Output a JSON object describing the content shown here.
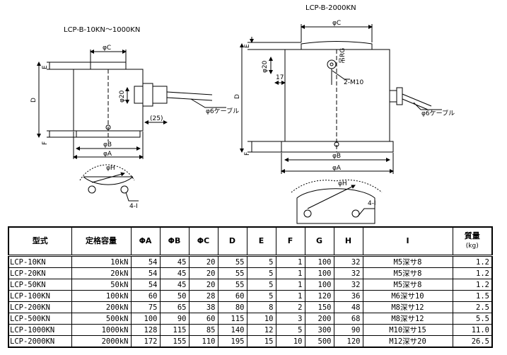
{
  "drawing_left": {
    "title": "LCP-B-10KN～1000KN",
    "labels": {
      "phiC": "φC",
      "E": "E",
      "D": "D",
      "F": "F",
      "phi20": "φ20",
      "dim25": "(25)",
      "cable": "φ6ケーブル",
      "phiB": "φB",
      "phiA": "φA",
      "phiH": "φH",
      "holes": "4-I"
    }
  },
  "drawing_right": {
    "title": "LCP-B-2000KN",
    "labels": {
      "phiC": "φC",
      "E": "E",
      "phi20": "φ20",
      "ring": "吊RG",
      "dim17": "17",
      "m10": "2-M10",
      "D": "D",
      "cable": "φ6ケーブル",
      "F": "F",
      "phiB": "φB",
      "phiA": "φA",
      "phiH": "φH",
      "holes": "4-I"
    }
  },
  "table": {
    "headers": [
      "型式",
      "定格容量",
      "ΦA",
      "ΦB",
      "ΦC",
      "D",
      "E",
      "F",
      "G",
      "H",
      "I",
      "質量"
    ],
    "mass_unit": "(kg)",
    "rows": [
      [
        "LCP-10KN",
        "10kN",
        "54",
        "45",
        "20",
        "55",
        "5",
        "1",
        "100",
        "32",
        "M5深サ8",
        "1.2"
      ],
      [
        "LCP-20KN",
        "20kN",
        "54",
        "45",
        "20",
        "55",
        "5",
        "1",
        "100",
        "32",
        "M5深サ8",
        "1.2"
      ],
      [
        "LCP-50KN",
        "50kN",
        "54",
        "45",
        "20",
        "55",
        "5",
        "1",
        "100",
        "32",
        "M5深サ8",
        "1.2"
      ],
      [
        "LCP-100KN",
        "100kN",
        "60",
        "50",
        "28",
        "60",
        "5",
        "1",
        "120",
        "36",
        "M6深サ10",
        "1.5"
      ],
      [
        "LCP-200KN",
        "200kN",
        "75",
        "65",
        "38",
        "80",
        "8",
        "2",
        "150",
        "48",
        "M8深サ12",
        "2.5"
      ],
      [
        "LCP-500KN",
        "500kN",
        "100",
        "90",
        "60",
        "115",
        "10",
        "3",
        "200",
        "68",
        "M8深サ12",
        "5.5"
      ],
      [
        "LCP-1000KN",
        "1000kN",
        "128",
        "115",
        "85",
        "140",
        "12",
        "5",
        "300",
        "90",
        "M10深サ15",
        "11.0"
      ],
      [
        "LCP-2000KN",
        "2000kN",
        "172",
        "155",
        "110",
        "195",
        "15",
        "10",
        "500",
        "120",
        "M12深サ20",
        "26.5"
      ]
    ]
  }
}
